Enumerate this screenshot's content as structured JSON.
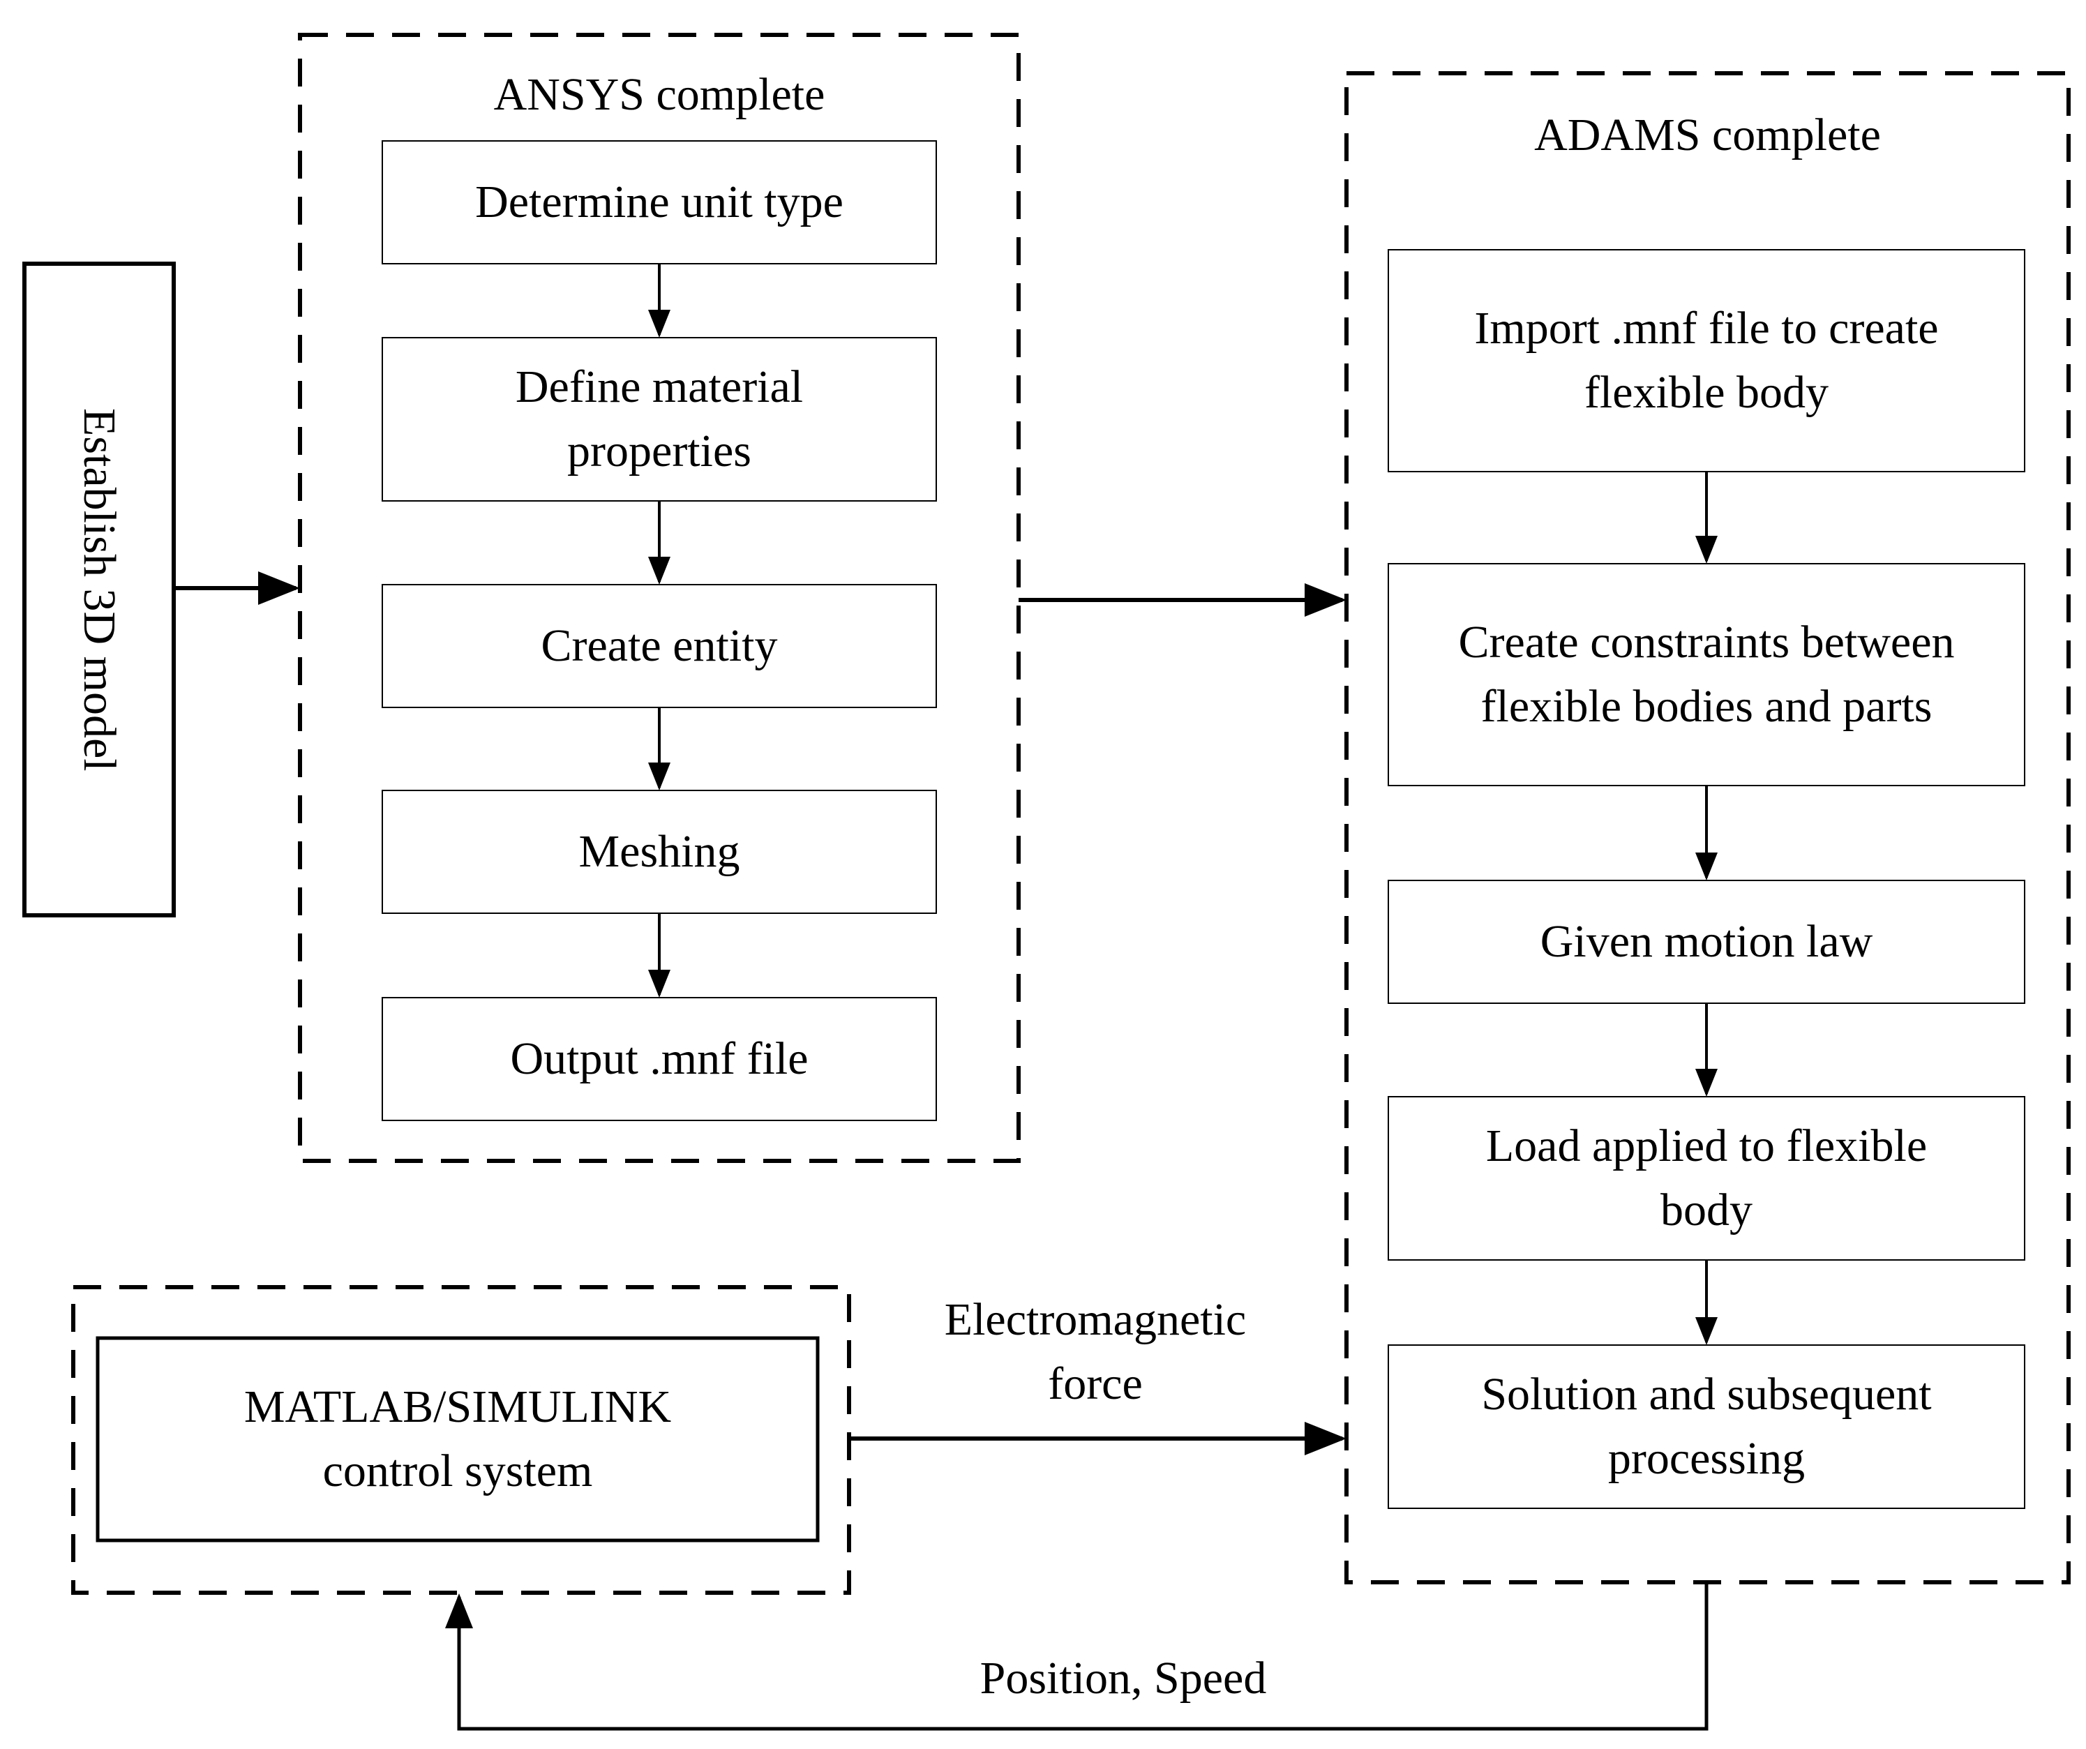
{
  "establish": {
    "label": "Establish 3D model"
  },
  "ansys": {
    "title": "ANSYS complete",
    "steps": [
      [
        "Determine unit type"
      ],
      [
        "Define material",
        "properties"
      ],
      [
        "Create entity"
      ],
      [
        "Meshing"
      ],
      [
        "Output .mnf file"
      ]
    ]
  },
  "adams": {
    "title": "ADAMS complete",
    "steps": [
      [
        "Import .mnf file to create",
        "flexible body"
      ],
      [
        "Create constraints between",
        "flexible bodies and parts"
      ],
      [
        "Given motion law"
      ],
      [
        "Load applied to flexible",
        "body"
      ],
      [
        "Solution and subsequent",
        "processing"
      ]
    ]
  },
  "matlab": {
    "lines": [
      "MATLAB/SIMULINK",
      "control system"
    ]
  },
  "connectors": {
    "electromagnetic": [
      "Electromagnetic",
      "force"
    ],
    "feedback": "Position, Speed"
  }
}
